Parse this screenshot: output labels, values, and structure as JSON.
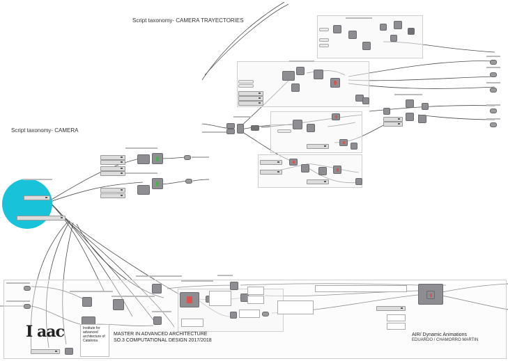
{
  "titles": {
    "trajectories": "Script taxonomy- CAMERA TRAYECTORIES",
    "camera": "Script taxonomy- CAMERA"
  },
  "footer": {
    "logo": "I aac",
    "institute": "Institute for advanced architecture of Catalonia",
    "program_line1": "MASTER IN ADVANCED ARCHITECTURE",
    "program_line2": "SO.3 COMPUTATIONAL DESIGN 2017/2018",
    "project": "AIR/ Dynamic Animations",
    "authors": "EDUARDO / CHAMORRO MARTIN"
  },
  "colors": {
    "accent_circle": "#18c3da",
    "component": "#8e8e92",
    "wire": "#4a4a4a"
  },
  "icons": [
    "grasshopper-component",
    "number-slider",
    "panel",
    "cluster"
  ]
}
